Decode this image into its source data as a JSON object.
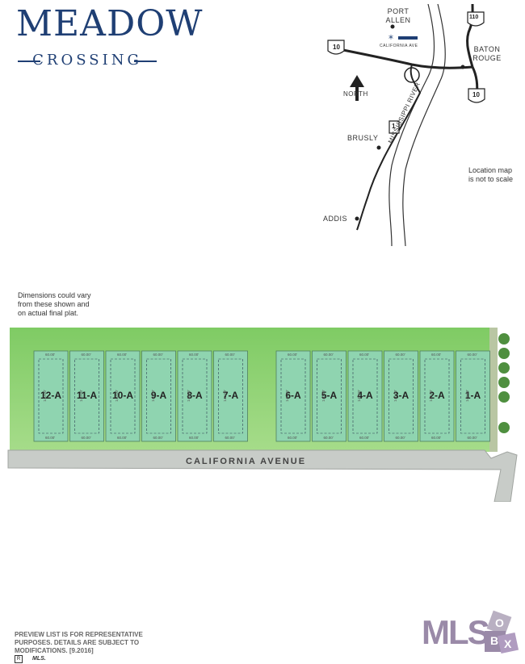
{
  "logo": {
    "title": "MEADOW",
    "subtitle": "CROSSING"
  },
  "map": {
    "port_allen": "PORT ALLEN",
    "baton_rouge": "BATON ROUGE",
    "california_ave": "CALIFORNIA AVE",
    "north": "NORTH",
    "brusly": "BRUSLY",
    "river": "MISSISSIPPI RIVER",
    "addis": "ADDIS",
    "interstate_10": "10",
    "interstate_110": "110",
    "highway_1": "1",
    "scale_note": "Location map is not to scale"
  },
  "plat": {
    "dimensions_note": "Dimensions could vary from these shown and on actual final plat.",
    "street_name": "CALIFORNIA AVENUE",
    "frontage_dim": "60.00'",
    "depth_dim": "140.00'",
    "lots": [
      "12-A",
      "11-A",
      "10-A",
      "9-A",
      "8-A",
      "7-A",
      "6-A",
      "5-A",
      "4-A",
      "3-A",
      "2-A",
      "1-A"
    ]
  },
  "footer": {
    "disclaimer": "PREVIEW LIST IS FOR REPRESENTATIVE PURPOSES. DETAILS ARE SUBJECT TO MODIFICATIONS. [9.2016]",
    "mls_mark": "MLS.",
    "mls_logo_text": "MLS",
    "box_letters": [
      "B",
      "O",
      "X"
    ]
  },
  "colors": {
    "brand_blue": "#1f3f74",
    "grass": "#8fcf6f",
    "lot_fill": "#8fd4b0",
    "road": "#c8ccc8"
  }
}
